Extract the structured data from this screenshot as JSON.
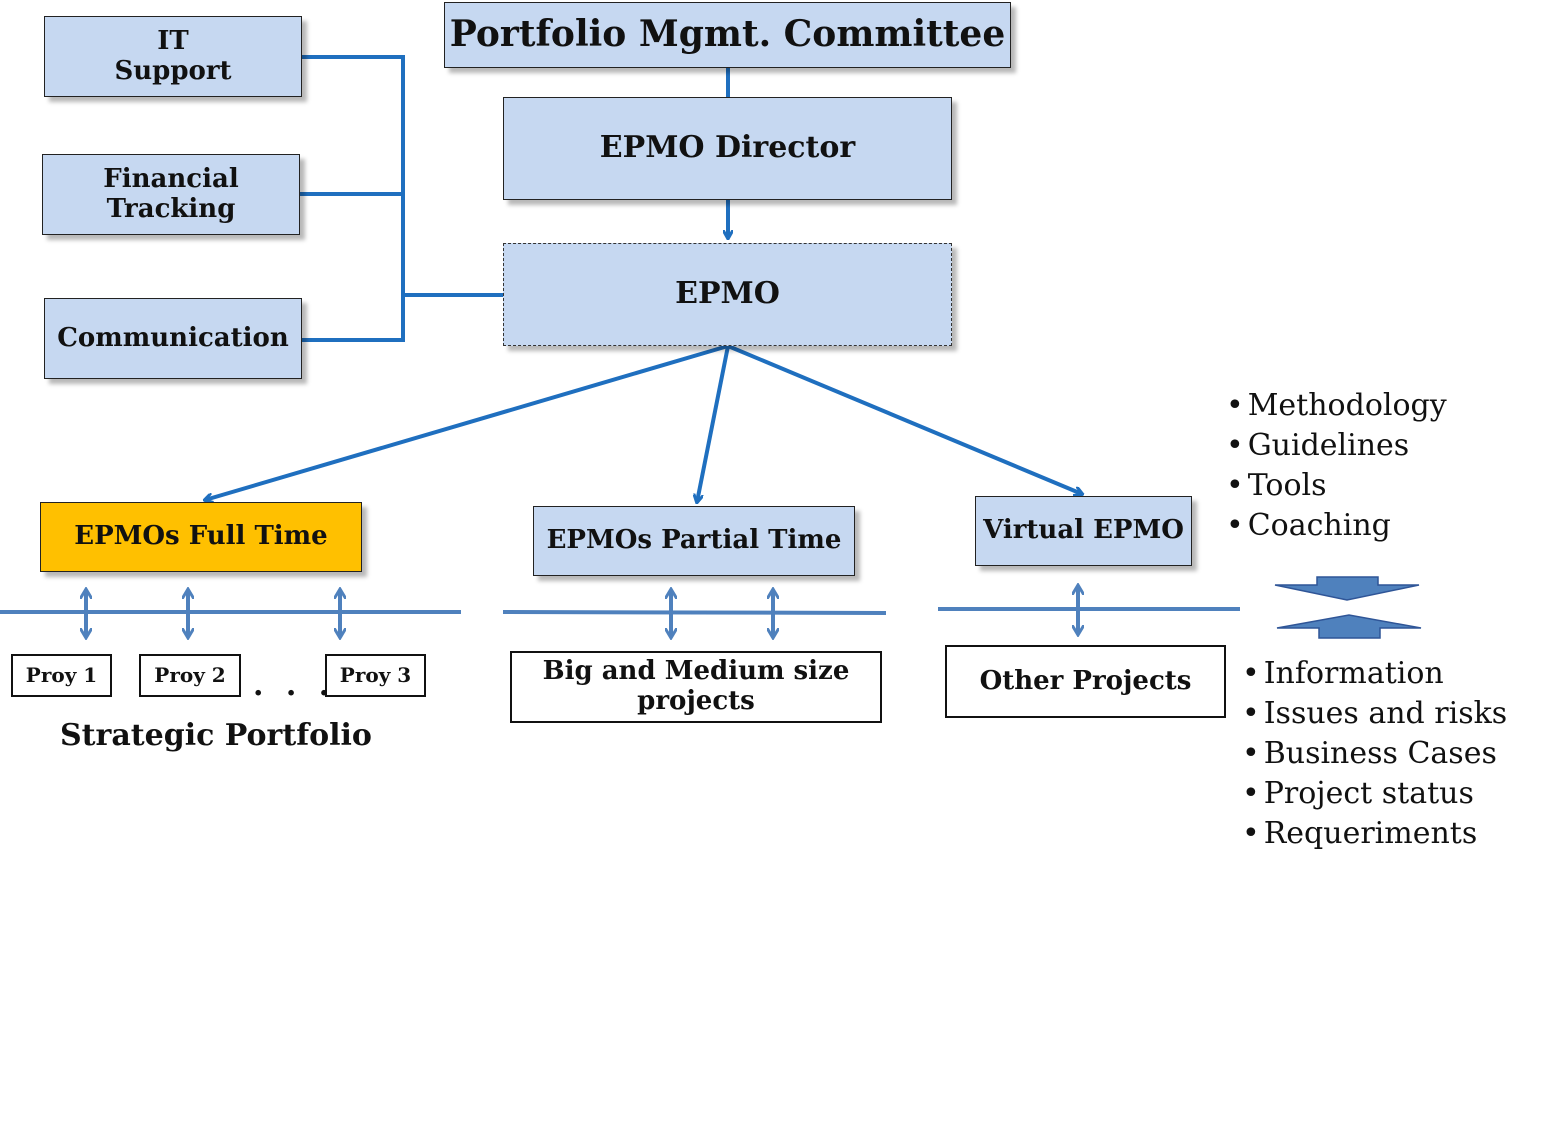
{
  "colors": {
    "box_fill": "#c6d8f1",
    "highlight_fill": "#ffc000",
    "connector": "#1f6fbf",
    "arrow_light": "#4f81bd"
  },
  "nodes": {
    "committee": "Portfolio Mgmt. Committee",
    "director": "EPMO Director",
    "epmo": "EPMO",
    "it_support": "IT\nSupport",
    "financial_tracking": "Financial\nTracking",
    "communication": "Communication",
    "full_time": "EPMOs Full Time",
    "partial_time": "EPMOs Partial Time",
    "virtual": "Virtual EPMO",
    "proy1": "Proy 1",
    "proy2": "Proy 2",
    "proy3": "Proy 3",
    "big_medium": "Big and Medium size\nprojects",
    "other_projects": "Other Projects"
  },
  "ellipsis": ". . .",
  "strategic_caption": "Strategic Portfolio",
  "services_down": [
    "Methodology",
    "Guidelines",
    "Tools",
    "Coaching"
  ],
  "services_up": [
    "Information",
    "Issues and risks",
    "Business Cases",
    "Project status",
    "Requeriments"
  ]
}
